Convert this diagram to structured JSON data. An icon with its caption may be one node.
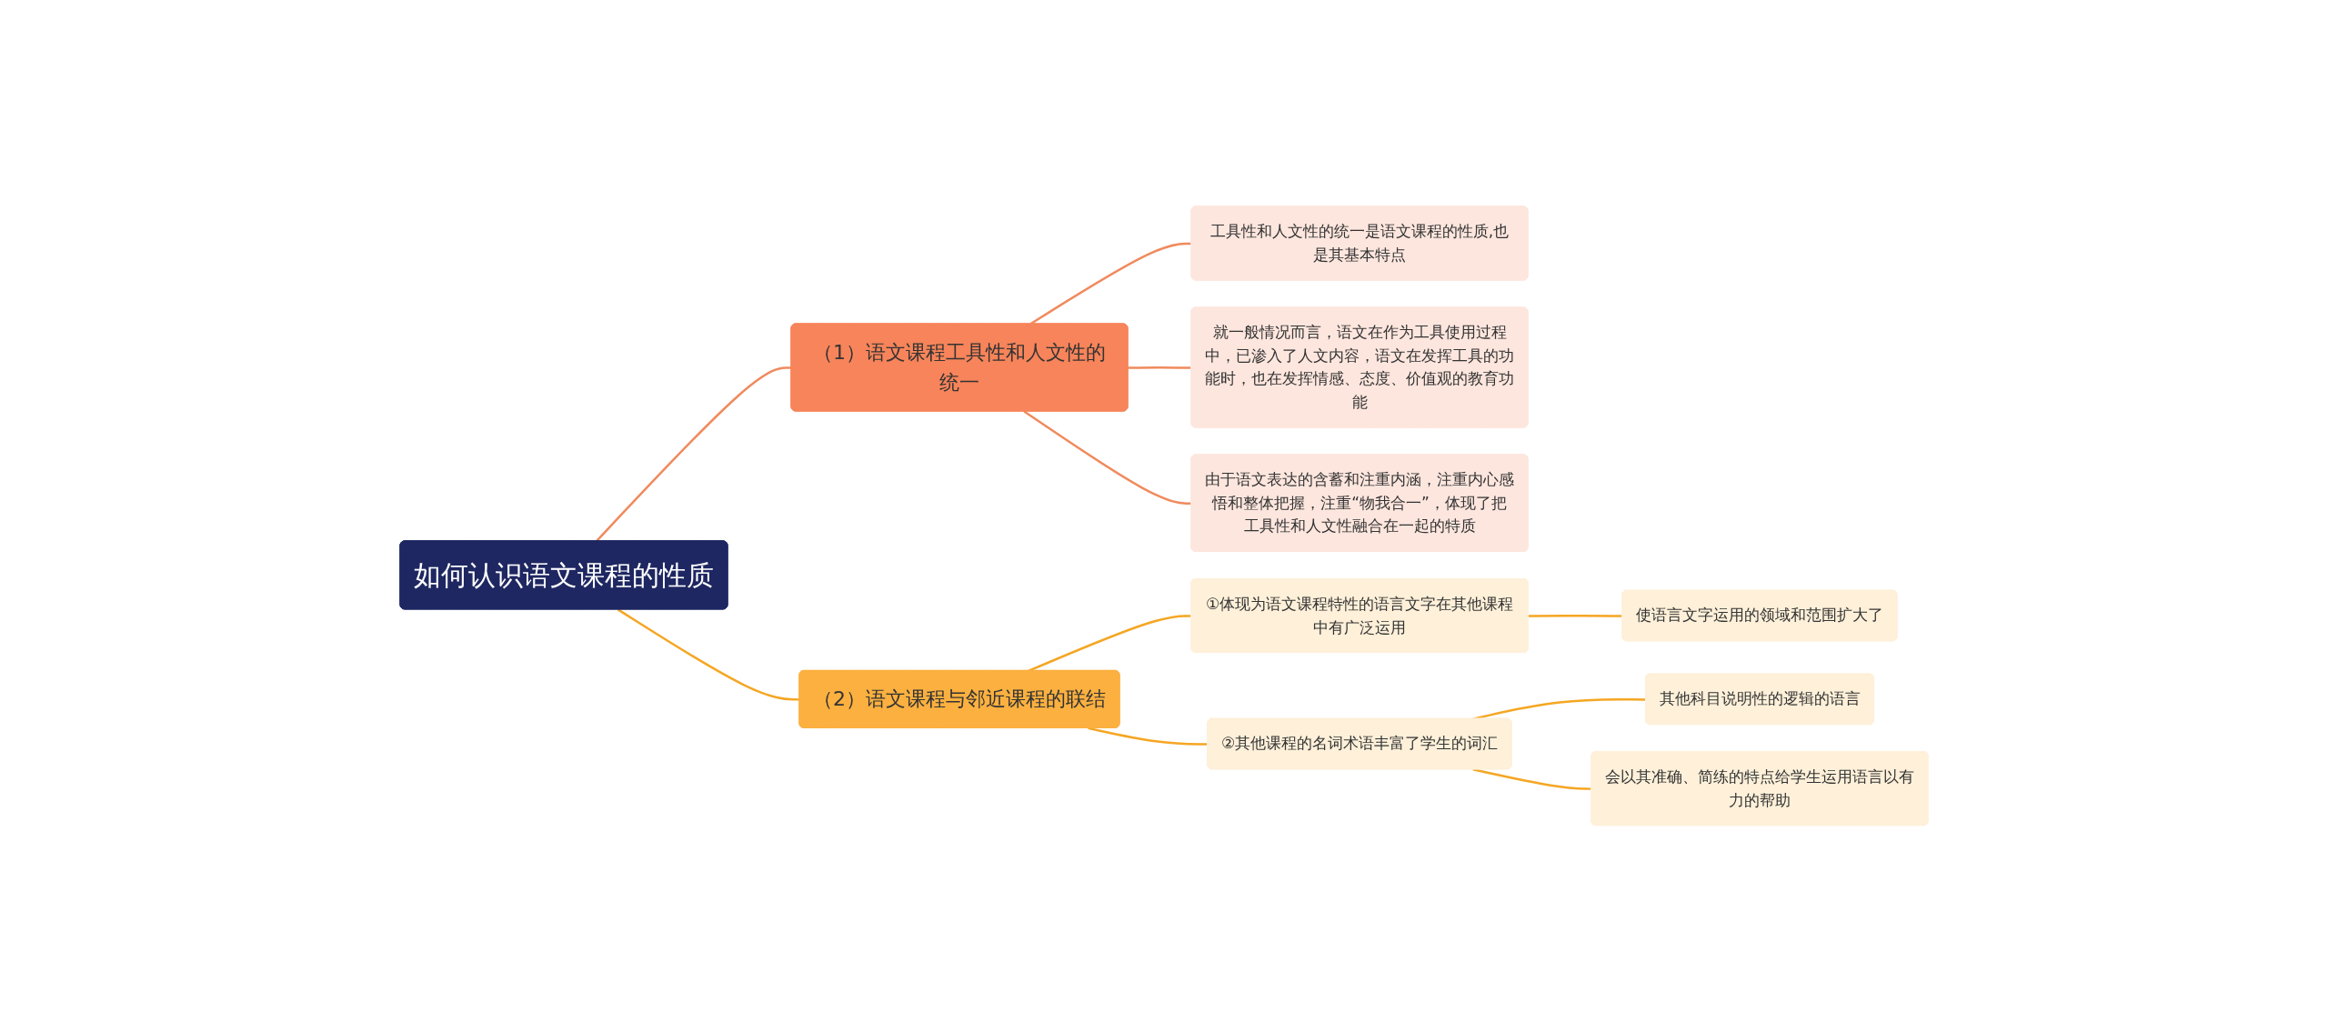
{
  "diagram": {
    "nodes": [
      {
        "text": [
          "如何认识语文课程的性质"
        ]
      },
      {
        "text": [
          "（1）语文课程工具性和人文性的统一"
        ]
      },
      {
        "text": [
          "工具性和人文性的统一是语文课程的性质,也是其基本特点"
        ]
      },
      {
        "text": [
          "就一般情况而言，语文在作为工具使用过程中，已渗入了人文内容，语文在发挥工具的功能时，也在发挥情感、态度、价值观的教育功能"
        ]
      },
      {
        "text": [
          "由于语文表达的含蓄和注重内涵，注重内心感悟和整体把握，注重“物我合一”，体现了把工具性和人文性融合在一起的特质"
        ]
      },
      {
        "text": [
          "（2）语文课程与邻近课程的联结"
        ]
      },
      {
        "text": [
          "①体现为语文课程特性的语言文字在其他课程中有广泛运用"
        ]
      },
      {
        "text": [
          "使语言文字运用的领域和范围扩大了"
        ]
      },
      {
        "text": [
          "②其他课程的名词术语丰富了学生的词汇"
        ]
      },
      {
        "text": [
          "其他科目说明性的逻辑的语言"
        ]
      },
      {
        "text": [
          "会以其准确、简练的特点给学生运用语言以有力的帮助"
        ]
      }
    ],
    "edges": [
      {
        "from": 0,
        "to": 1,
        "arrow": "none",
        "color": "#f08a5d"
      },
      {
        "from": 1,
        "to": 2,
        "arrow": "none",
        "color": "#f08a5d"
      },
      {
        "from": 1,
        "to": 3,
        "arrow": "none",
        "color": "#f08a5d"
      },
      {
        "from": 1,
        "to": 4,
        "arrow": "none",
        "color": "#f08a5d"
      },
      {
        "from": 0,
        "to": 5,
        "arrow": "none"
      },
      {
        "from": 5,
        "to": 6,
        "arrow": "none"
      },
      {
        "from": 6,
        "to": 7,
        "arrow": "none"
      },
      {
        "from": 5,
        "to": 8,
        "arrow": "none"
      },
      {
        "from": 8,
        "to": 9,
        "arrow": "none"
      },
      {
        "from": 8,
        "to": 10,
        "arrow": "none"
      }
    ]
  }
}
